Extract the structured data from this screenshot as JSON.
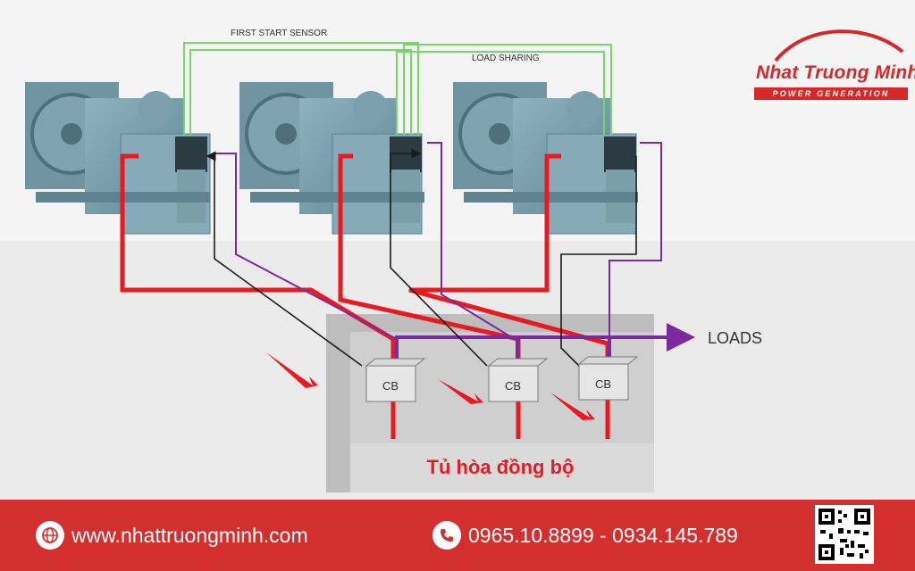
{
  "diagram": {
    "top_label_1": "FIRST START SENSOR",
    "top_label_2": "LOAD SHARING",
    "loads_label": "LOADS",
    "cb_labels": [
      "CB",
      "CB",
      "CB"
    ],
    "panel_label": "Tủ hòa đồng bộ"
  },
  "brand": {
    "name": "Nhat Truong Minh",
    "tagline": "POWER GENERATION"
  },
  "footer": {
    "website": "www.nhattruongminh.com",
    "phones": "0965.10.8899 - 0934.145.789",
    "website_icon": "globe-icon",
    "phone_icon": "phone-icon",
    "qr_icon": "qr-code-icon"
  },
  "colors": {
    "power_line": "#e8191f",
    "control_line": "#7b2a9e",
    "sensor_line": "#7bd46a",
    "signal_line": "#1a1a1a",
    "footer_bg": "#d32f2f"
  }
}
